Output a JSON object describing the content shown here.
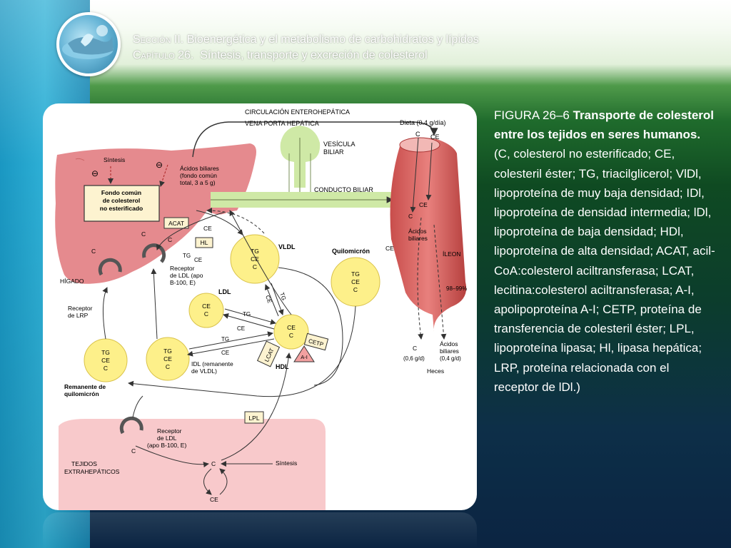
{
  "header": {
    "section_label": "Sección II.",
    "section_title": "Bioenergética y el metabolismo de carbohidratos y lípidos",
    "chapter_label": "Capítulo 26.",
    "chapter_title": "Síntesis, transporte y excreción de colesterol"
  },
  "caption": {
    "figure_number": "FIGURA 26–6",
    "title": "Transporte de colesterol entre los tejidos en seres humanos.",
    "body": "(C, colesterol no esterificado; CE, colesteril éster; TG, triacilglicerol; VlDl, lipoproteína de muy baja densidad; IDl, lipoproteína de densidad intermedia; lDl, lipoproteína de baja densidad; HDl, lipoproteína de alta densidad; ACAT, acil-CoA:colesterol  aciltransferasa; LCAT, lecitina:colesterol aciltransferasa; A-I, apolipoproteína A-I; CETP, proteína de transferencia de colesteril éster; LPL, lipoproteína lipasa; Hl, lipasa hepática; LRP, proteína relacionada con el receptor de lDl.)"
  },
  "diagram": {
    "circ_entero": "CIRCULACIÓN ENTEROHEPÁTICA",
    "vena_porta": "VENA PORTA HEPÁTICA",
    "vesicula_1": "VESÍCULA",
    "vesicula_2": "BILIAR",
    "dieta": "Dieta (0.4 g/día)",
    "sintesis_top": "Síntesis",
    "minus": "⊖",
    "acidos_pool_1": "Ácidos biliares",
    "acidos_pool_2": "(fondo común",
    "acidos_pool_3": "total, 3 a 5 g)",
    "conducto": "CONDUCTO BILIAR",
    "fondo_1": "Fondo común",
    "fondo_2": "de colesterol",
    "fondo_3": "no esterificado",
    "acat": "ACAT",
    "hl": "HL",
    "higado": "HÍGADO",
    "receptor_lrp_1": "Receptor",
    "receptor_lrp_2": "de LRP",
    "receptor_ldl_1": "Receptor",
    "receptor_ldl_2": "de LDL (apo",
    "receptor_ldl_3": "B-100, E)",
    "vldl": "VLDL",
    "quilomicron": "Quilomicrón",
    "ldl": "LDL",
    "hdl": "HDL",
    "lcat": "LCAT",
    "cetp": "CETP",
    "a_i": "A-I",
    "idl_1": "IDL (remanente",
    "idl_2": "de VLDL)",
    "remanente_1": "Remanente de",
    "remanente_2": "quilomicrón",
    "ileon": "ÍLEON",
    "ileon_pct": "98–99%",
    "acidos_biliares_1": "Ácidos",
    "acidos_biliares_2": "biliares",
    "heces": "Heces",
    "c_fecal": "(0,6 g/d)",
    "ab_fecal": "(0,4 g/d)",
    "lpl": "LPL",
    "receptor_ext_1": "Receptor",
    "receptor_ext_2": "de LDL",
    "receptor_ext_3": "(apo B-100, E)",
    "tejidos_1": "TEJIDOS",
    "tejidos_2": "EXTRAHEPÁTICOS",
    "sintesis_bottom": "Síntesis",
    "tg": "TG",
    "ce": "CE",
    "c": "C"
  },
  "colors": {
    "liver": "#e58a8e",
    "vesicle": "#cfe9a6",
    "lipoprotein": "#fdf08a",
    "tissue": "#f8c9cb",
    "intestine": "#d9605e"
  }
}
